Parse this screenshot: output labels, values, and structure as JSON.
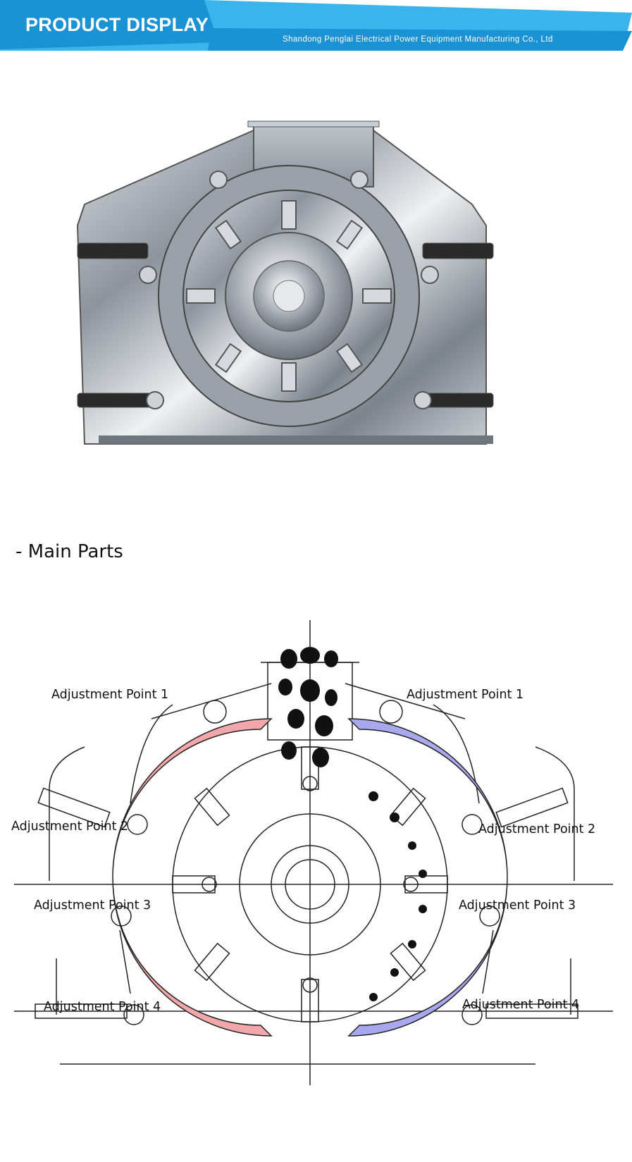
{
  "banner": {
    "title": "PRODUCT DISPLAY",
    "company": "Shandong Penglai Electrical Power Equipment Manufacturing Co., Ltd",
    "accent": "#1a92d4",
    "accent_light": "#3ab4ea"
  },
  "section": {
    "heading": "- Main Parts"
  },
  "diagram": {
    "labels": {
      "left_point_1": "Adjustment Point 1",
      "left_point_2": "Adjustment Point 2",
      "left_point_3": "Adjustment Point 3",
      "left_point_4": "Adjustment Point 4",
      "right_point_1": "Adjustment Point 1",
      "right_point_2": "Adjustment Point 2",
      "right_point_3": "Adjustment Point 3",
      "right_point_4": "Adjustment Point 4"
    },
    "colors": {
      "left_liner": "#f2a7aa",
      "right_liner": "#a9a8ee",
      "line": "#222222"
    }
  }
}
